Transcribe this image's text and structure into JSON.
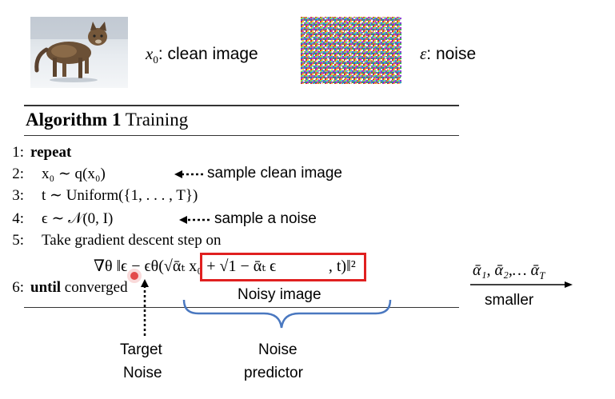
{
  "top": {
    "clean_symbol": "x",
    "clean_sub": "0",
    "clean_text": ": clean image",
    "noise_symbol": "ε",
    "noise_text": ": noise"
  },
  "algorithm": {
    "title_bold": "Algorithm 1",
    "title_rest": " Training",
    "lines": [
      {
        "num": "1:",
        "text": "repeat"
      },
      {
        "num": "2:",
        "text": "x₀ ∼ q(x₀)"
      },
      {
        "num": "3:",
        "text": "t ∼ Uniform({1, . . . , T})"
      },
      {
        "num": "4:",
        "text": "ϵ ∼ 𝒩(0, I)"
      },
      {
        "num": "5:",
        "text": "Take gradient descent step on"
      },
      {
        "num": "",
        "text_left": "∇θ ‖ϵ − ϵθ(",
        "text_boxed": "√ᾱₜ x₀ + √1 − ᾱₜ ϵ",
        "text_right": ", t)‖²"
      },
      {
        "num": "6:",
        "text_bold": "until",
        "text": " converged"
      }
    ]
  },
  "annotations": {
    "sample_clean": "sample clean image",
    "sample_noise": "sample a noise",
    "noisy_image": "Noisy image",
    "target_noise_1": "Target",
    "target_noise_2": "Noise",
    "noise_predictor_1": "Noise",
    "noise_predictor_2": "predictor",
    "alphas": "ᾱ₁, ᾱ₂,… ᾱ",
    "alphas_sub": "T",
    "smaller": "smaller"
  },
  "colors": {
    "red_box": "#e02020",
    "brace": "#4a78c0",
    "red_dot": "#e03030"
  }
}
